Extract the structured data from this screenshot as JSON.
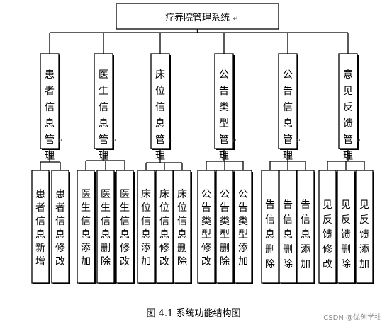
{
  "root": {
    "label": "疗养院管理系统"
  },
  "modules": [
    {
      "label": "患者信息管理",
      "children": [
        "患者信息新增",
        "患者信息修改"
      ]
    },
    {
      "label": "医生信息管理",
      "children": [
        "医生信息添加",
        "医生信息删除",
        "医生信息修改"
      ]
    },
    {
      "label": "床位信息管理",
      "children": [
        "床位信息添加",
        "床位信息修改",
        "床位信息删除"
      ]
    },
    {
      "label": "公告类型管理",
      "children": [
        "公告类型修改",
        "公告类型删除",
        "公告类型添加"
      ]
    },
    {
      "label": "公告信息管理",
      "children": [
        "告信息删除",
        "告信息删除",
        "告信息添加"
      ]
    },
    {
      "label": "意见反馈管理",
      "children": [
        "见反馈修改",
        "见反馈删除",
        "见反馈添加"
      ]
    }
  ],
  "caption": "图 4.1  系统功能结构图",
  "watermark": "CSDN @优创学社",
  "paragraph_mark": "↵"
}
